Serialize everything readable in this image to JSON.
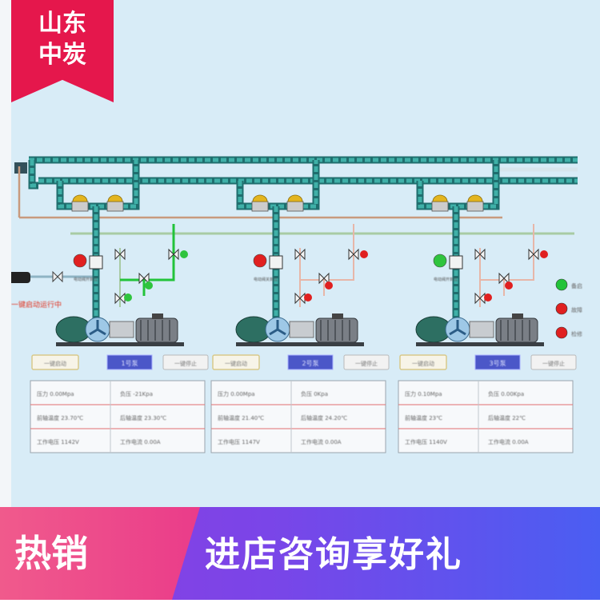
{
  "brand": {
    "line1": "山东",
    "line2": "中炭"
  },
  "promo": {
    "left_text": "热销",
    "right_text": "进店咨询享好礼"
  },
  "status_legend": [
    {
      "color": "#22c33a",
      "label": "备启"
    },
    {
      "color": "#e02020",
      "label": "故障"
    },
    {
      "color": "#e02020",
      "label": "检修"
    }
  ],
  "system_note": "一键启动运行中",
  "pumps": [
    {
      "name": "1号泵",
      "start_button": "一键启动",
      "stop_button": "一键停止",
      "valve_tag": "电动阀开到位",
      "status_color": "#e02020",
      "params": [
        [
          "压力 0.00Mpa",
          "负压 -21Kpa"
        ],
        [
          "前轴温度 23.70℃",
          "后轴温度 23.30℃"
        ],
        [
          "工作电压 1142V",
          "工作电流 0.00A"
        ]
      ]
    },
    {
      "name": "2号泵",
      "start_button": "一键启动",
      "stop_button": "一键停止",
      "valve_tag": "电动阀关到位",
      "status_color": "#e02020",
      "params": [
        [
          "压力 0.00Mpa",
          "负压 0Kpa"
        ],
        [
          "前轴温度 21.40℃",
          "后轴温度 24.20℃"
        ],
        [
          "工作电压 1147V",
          "工作电流 0.00A"
        ]
      ]
    },
    {
      "name": "3号泵",
      "start_button": "一键启动",
      "stop_button": "一键停止",
      "valve_tag": "电动阀开到位",
      "status_color": "#2fc43e",
      "params": [
        [
          "压力 0.10Mpa",
          "负压 0.00Kpa"
        ],
        [
          "前轴温度 23℃",
          "后轴温度 22℃"
        ],
        [
          "工作电压 1140V",
          "工作电流 0.00A"
        ]
      ]
    }
  ]
}
